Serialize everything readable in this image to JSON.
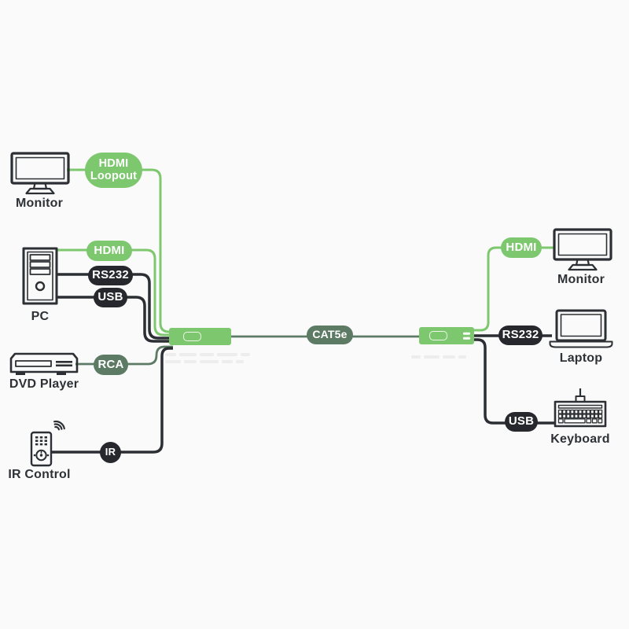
{
  "colors": {
    "bg": "#fafafa",
    "green": "#7dc86e",
    "sage": "#5c7a64",
    "pill-dark": "#26282d",
    "wire-dark": "#2b2e33",
    "icon": "#2c2f33",
    "label": "#2e3236",
    "watermark": "#ededee"
  },
  "devices": {
    "monitor_left": "Monitor",
    "pc": "PC",
    "dvd_player": "DVD Player",
    "ir_control": "IR Control",
    "monitor_right": "Monitor",
    "laptop": "Laptop",
    "keyboard": "Keyboard"
  },
  "connectors": {
    "hdmi_loopout_line1": "HDMI",
    "hdmi_loopout_line2": "Loopout",
    "hdmi_source": "HDMI",
    "rs232_source": "RS232",
    "usb_source": "USB",
    "rca": "RCA",
    "ir": "IR",
    "cable": "CAT5e",
    "hdmi_display": "HDMI",
    "rs232_display": "RS232",
    "usb_display": "USB"
  }
}
